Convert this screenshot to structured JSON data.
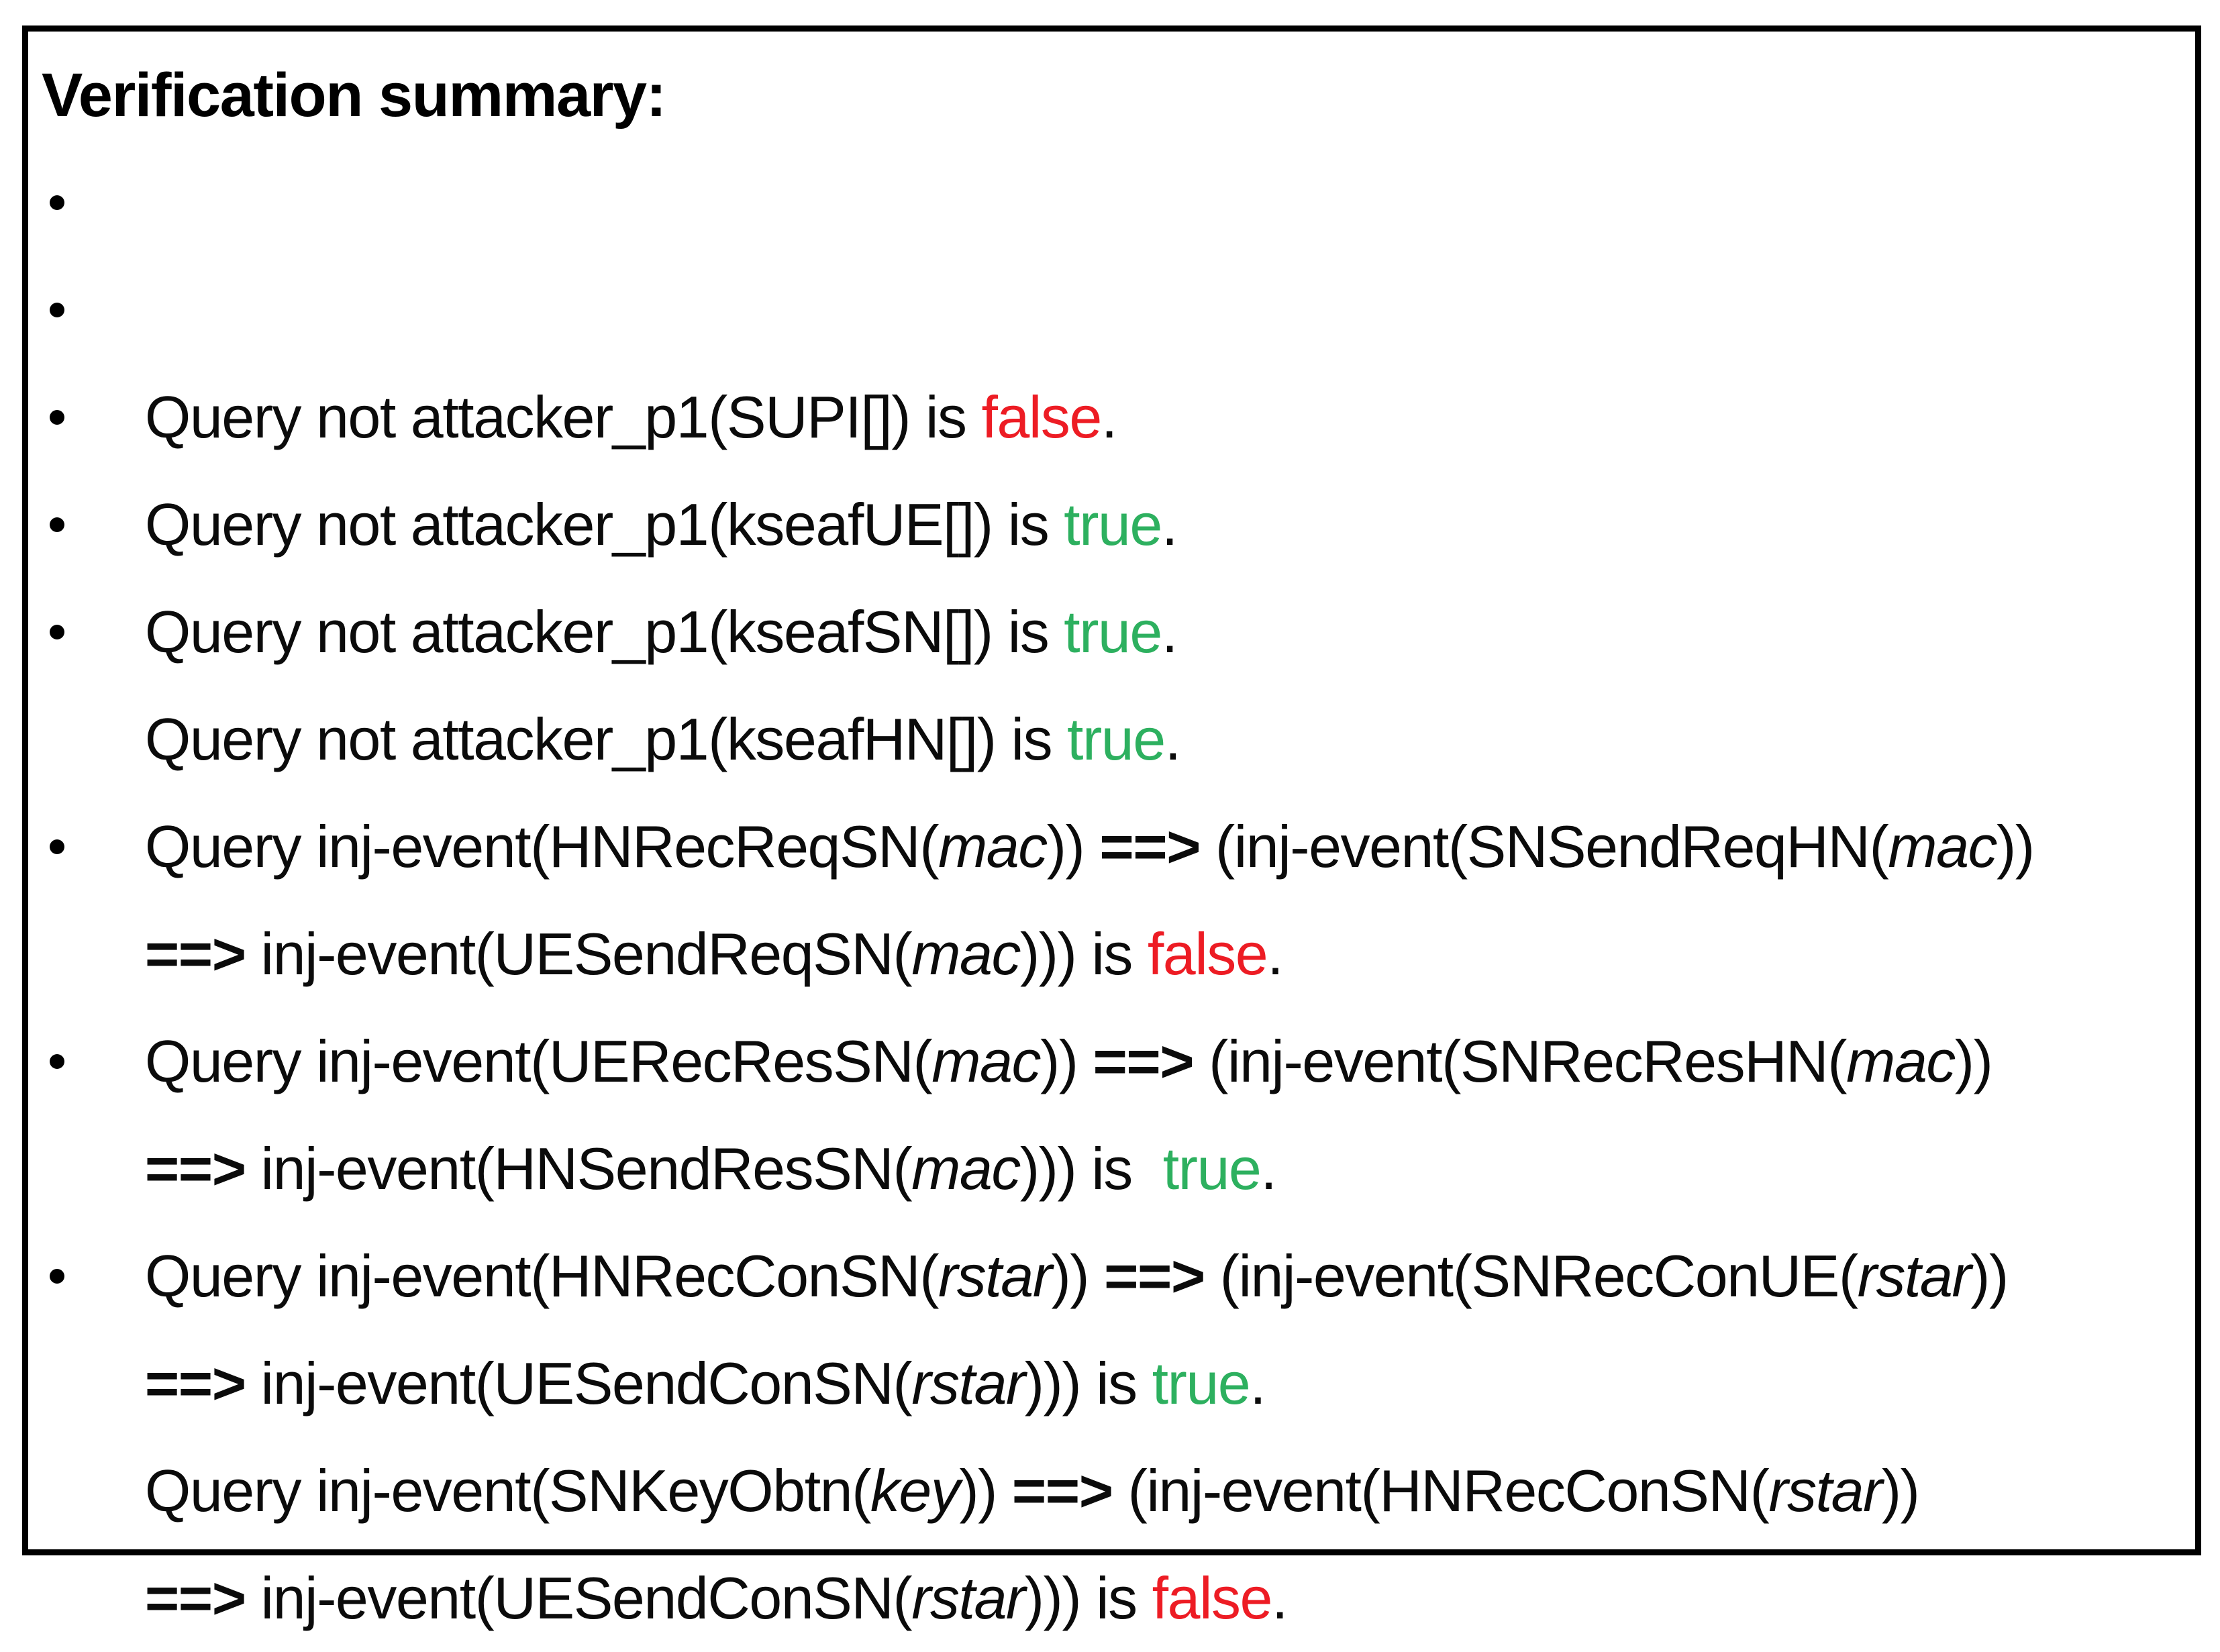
{
  "panel": {
    "title": "Verification summary:",
    "status_colors": {
      "true": "#2db05f",
      "false": "#ed1c24"
    },
    "bullets": [
      {
        "lines": [
          [
            {
              "t": "Query not attacker_p1(SUPI[]) is ",
              "s": "plain"
            },
            {
              "t": "false",
              "s": "false"
            },
            {
              "t": ".",
              "s": "plain"
            }
          ]
        ]
      },
      {
        "lines": [
          [
            {
              "t": "Query not attacker_p1(kseafUE[]) is ",
              "s": "plain"
            },
            {
              "t": "true",
              "s": "true"
            },
            {
              "t": ".",
              "s": "plain"
            }
          ]
        ]
      },
      {
        "lines": [
          [
            {
              "t": "Query not attacker_p1(kseafSN[]) is ",
              "s": "plain"
            },
            {
              "t": "true",
              "s": "true"
            },
            {
              "t": ".",
              "s": "plain"
            }
          ]
        ]
      },
      {
        "lines": [
          [
            {
              "t": "Query not attacker_p1(kseafHN[]) is ",
              "s": "plain"
            },
            {
              "t": "true",
              "s": "true"
            },
            {
              "t": ".",
              "s": "plain"
            }
          ]
        ]
      },
      {
        "lines": [
          [
            {
              "t": "Query inj-event(HNRecReqSN(",
              "s": "plain"
            },
            {
              "t": "mac",
              "s": "italic"
            },
            {
              "t": ")) ",
              "s": "plain"
            },
            {
              "t": "==>",
              "s": "arrow"
            },
            {
              "t": " (inj-event(SNSendReqHN(",
              "s": "plain"
            },
            {
              "t": "mac",
              "s": "italic"
            },
            {
              "t": "))",
              "s": "plain"
            }
          ],
          [
            {
              "t": "==>",
              "s": "arrow"
            },
            {
              "t": " inj-event(UESendReqSN(",
              "s": "plain"
            },
            {
              "t": "mac",
              "s": "italic"
            },
            {
              "t": "))) is ",
              "s": "plain"
            },
            {
              "t": "false",
              "s": "false"
            },
            {
              "t": ".",
              "s": "plain"
            }
          ]
        ]
      },
      {
        "lines": [
          [
            {
              "t": "Query inj-event(UERecResSN(",
              "s": "plain"
            },
            {
              "t": "mac",
              "s": "italic"
            },
            {
              "t": ")) ",
              "s": "plain"
            },
            {
              "t": "==>",
              "s": "arrow"
            },
            {
              "t": " (inj-event(SNRecResHN(",
              "s": "plain"
            },
            {
              "t": "mac",
              "s": "italic"
            },
            {
              "t": "))",
              "s": "plain"
            }
          ],
          [
            {
              "t": "==>",
              "s": "arrow"
            },
            {
              "t": " inj-event(HNSendResSN(",
              "s": "plain"
            },
            {
              "t": "mac",
              "s": "italic"
            },
            {
              "t": "))) is  ",
              "s": "plain"
            },
            {
              "t": "true",
              "s": "true"
            },
            {
              "t": ".",
              "s": "plain"
            }
          ]
        ]
      },
      {
        "lines": [
          [
            {
              "t": "Query inj-event(HNRecConSN(",
              "s": "plain"
            },
            {
              "t": "rstar",
              "s": "italic"
            },
            {
              "t": ")) ",
              "s": "plain"
            },
            {
              "t": "==>",
              "s": "arrow"
            },
            {
              "t": " (inj-event(SNRecConUE(",
              "s": "plain"
            },
            {
              "t": "rstar",
              "s": "italic"
            },
            {
              "t": "))",
              "s": "plain"
            }
          ],
          [
            {
              "t": "==>",
              "s": "arrow"
            },
            {
              "t": " inj-event(UESendConSN(",
              "s": "plain"
            },
            {
              "t": "rstar",
              "s": "italic"
            },
            {
              "t": "))) is ",
              "s": "plain"
            },
            {
              "t": "true",
              "s": "true"
            },
            {
              "t": ".",
              "s": "plain"
            }
          ]
        ]
      },
      {
        "lines": [
          [
            {
              "t": "Query inj-event(SNKeyObtn(",
              "s": "plain"
            },
            {
              "t": "key",
              "s": "italic"
            },
            {
              "t": ")) ",
              "s": "plain"
            },
            {
              "t": "==>",
              "s": "arrow"
            },
            {
              "t": " (inj-event(HNRecConSN(",
              "s": "plain"
            },
            {
              "t": "rstar",
              "s": "italic"
            },
            {
              "t": "))",
              "s": "plain"
            }
          ],
          [
            {
              "t": "==>",
              "s": "arrow"
            },
            {
              "t": " inj-event(UESendConSN(",
              "s": "plain"
            },
            {
              "t": "rstar",
              "s": "italic"
            },
            {
              "t": "))) is ",
              "s": "plain"
            },
            {
              "t": "false",
              "s": "false"
            },
            {
              "t": ".",
              "s": "plain"
            }
          ]
        ]
      }
    ]
  }
}
